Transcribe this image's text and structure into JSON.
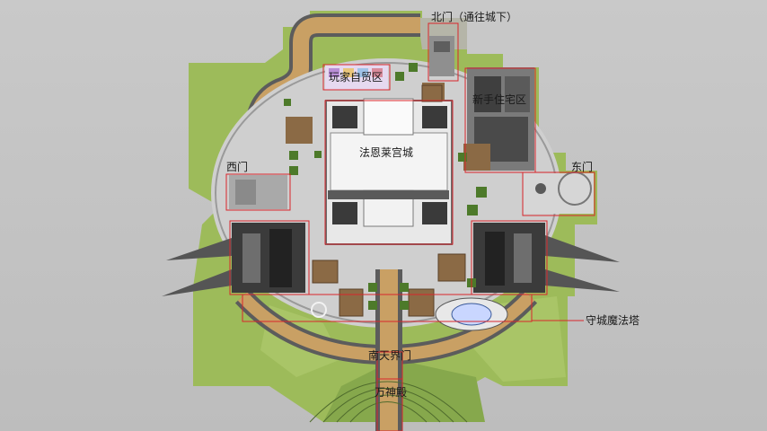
{
  "map": {
    "labels": {
      "north_gate": "北门（通往城下）",
      "player_trade": "玩家自贸区",
      "newbie_housing": "新手住宅区",
      "palace": "法恩莱宫城",
      "west_gate": "西门",
      "east_gate": "东门",
      "magic_tower": "守城魔法塔",
      "south_gate": "南天界门",
      "pantheon": "万神殿"
    },
    "colors": {
      "annotation": "#d9262b",
      "grass": "#9dbb5a",
      "road": "#c9a064",
      "stone": "#d8d8d8",
      "dark_stone": "#4a4a4a"
    }
  }
}
